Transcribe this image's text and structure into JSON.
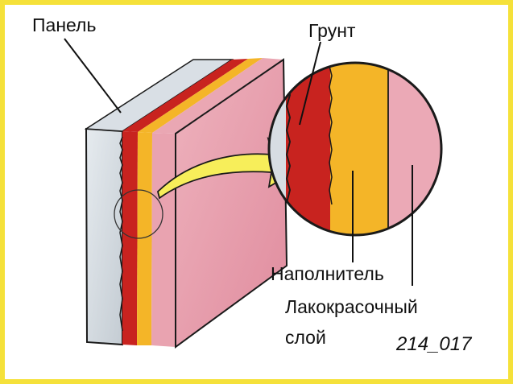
{
  "labels": {
    "panel": "Панель",
    "primer": "Грунт",
    "filler": "Наполнитель",
    "paint_line1": "Лакокрасочный",
    "paint_line2": "слой",
    "figure_code": "214_017"
  },
  "colors": {
    "border": "#f5e13a",
    "panel_metal": "#d7dde3",
    "primer_red": "#c8231f",
    "filler_yellow": "#f4b528",
    "paint_pink": "#e9a3b0",
    "arrow_yellow": "#f7ee5a"
  }
}
